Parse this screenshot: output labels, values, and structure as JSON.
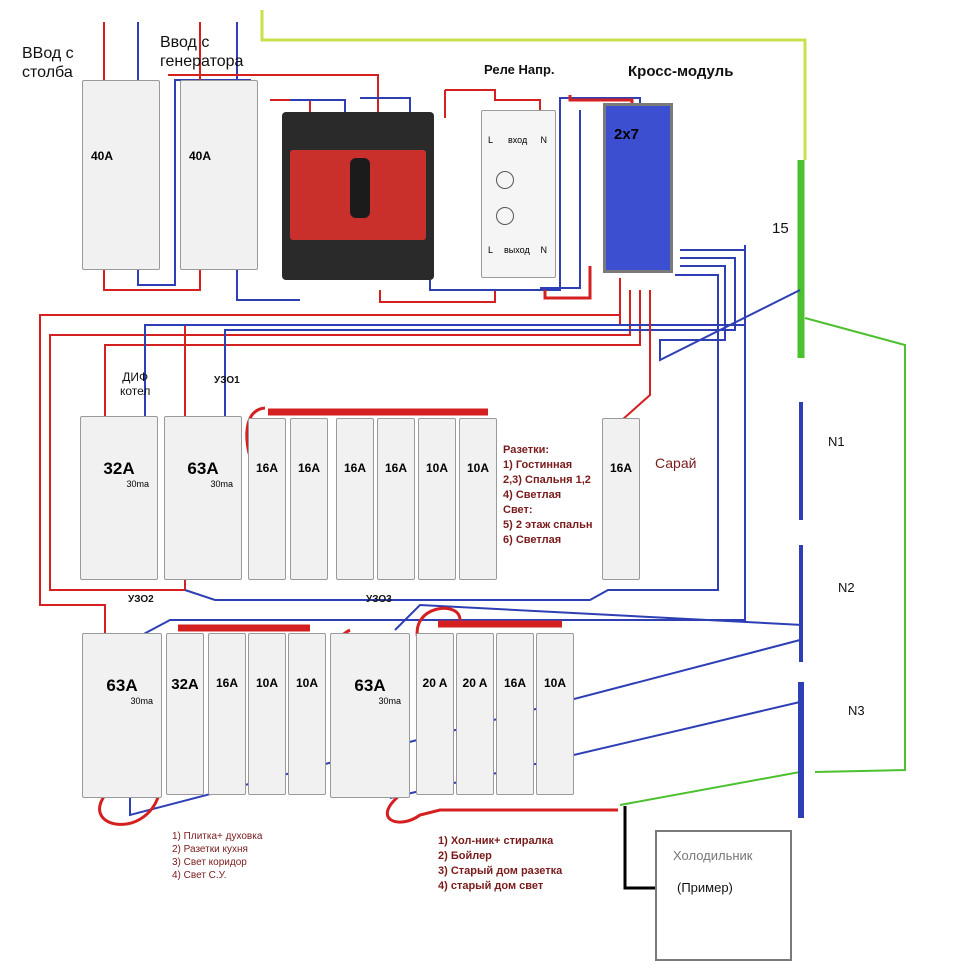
{
  "labels": {
    "input_pole": "ВВод с\nстолба",
    "input_generator": "Ввод с\nгенератора",
    "relay": "Реле Напр.",
    "cross_module": "Кросс-модуль",
    "cross_module_size": "2x7",
    "relay_in": "вход",
    "relay_out": "выход",
    "relay_l": "L",
    "relay_n": "N",
    "ground_number": "15",
    "dif_boiler": "ДИФ\nкотел",
    "uzo1": "УЗО1",
    "uzo2": "УЗО2",
    "uzo3": "УЗО3",
    "shed": "Сарай",
    "n1": "N1",
    "n2": "N2",
    "n3": "N3",
    "fridge": "Холодильник",
    "fridge_example": "(Пример)"
  },
  "legend_row1": "Разетки:\n1) Гостинная\n2,3) Спальня 1,2\n4) Светлая\nСвет:\n5) 2 этаж спальн\n6) Светлая",
  "legend_row2_left": "1) Плитка+ духовка\n2) Разетки кухня\n3) Свет коридор\n4) Свет С.У.",
  "legend_row2_right": "1) Хол-ник+ стиралка\n2) Бойлер\n3) Старый дом разетка\n4) старый дом свет",
  "breakers": {
    "input_pole": "40A",
    "input_gen": "40A",
    "row1": [
      "16A",
      "16A",
      "16A",
      "16A",
      "10A",
      "10A"
    ],
    "shed": "16A",
    "row2_left": [
      "32A",
      "16A",
      "10A",
      "10A"
    ],
    "row2_right": [
      "20 A",
      "20 A",
      "16A",
      "10A"
    ]
  },
  "rcd": {
    "dif": "32A",
    "uzo1": "63A",
    "uzo2": "63A",
    "uzo3": "63A",
    "leak": "30ma"
  },
  "colors": {
    "phase": "#d42020",
    "neutral": "#2e3fb5",
    "ground": "#4cc02e",
    "ground_feed": "#c8e04a",
    "cross_module": "#3b4fd0",
    "fridge_lead": "#000000"
  }
}
